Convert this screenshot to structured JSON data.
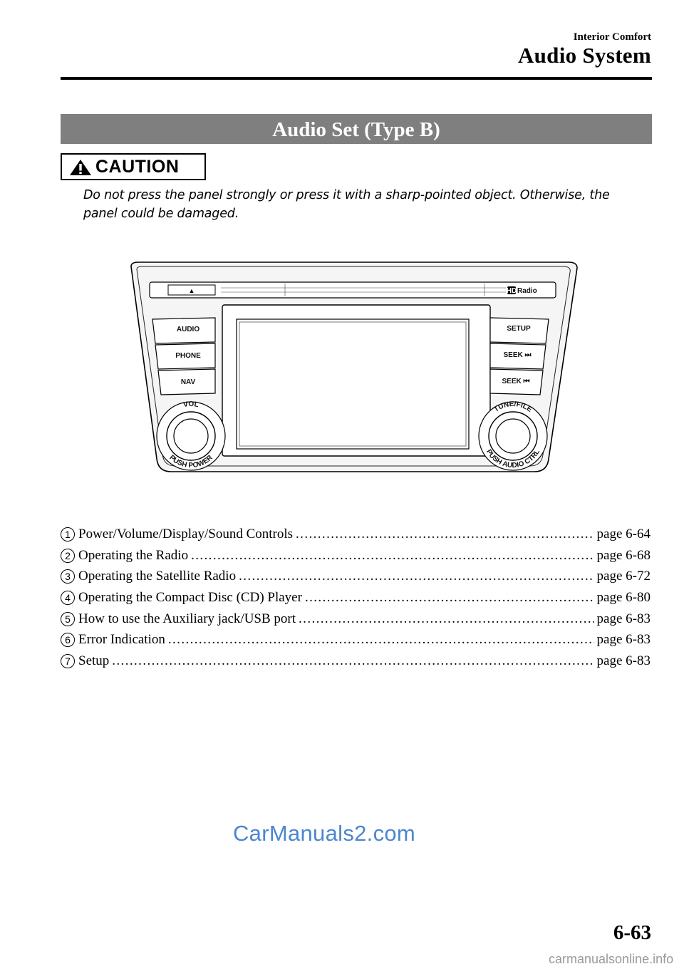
{
  "header": {
    "section": "Interior Comfort",
    "chapter": "Audio System"
  },
  "title": "Audio Set (Type B)",
  "caution": {
    "label": "CAUTION",
    "text": "Do not press the panel strongly or press it with a sharp-pointed object. Otherwise, the panel could be damaged."
  },
  "figure": {
    "eject_symbol": "▲",
    "hd_radio": "Radio",
    "left_buttons": [
      "AUDIO",
      "PHONE",
      "NAV"
    ],
    "right_buttons": [
      "SETUP",
      "SEEK ⏭",
      "SEEK ⏮"
    ],
    "left_knob_top": "VOL",
    "left_knob_bottom": "PUSH POWER",
    "right_knob_top": "TUNE/FILE",
    "right_knob_bottom": "PUSH AUDIO CTRL"
  },
  "toc": [
    {
      "num": "1",
      "title": "Power/Volume/Display/Sound Controls",
      "page": "page 6-64"
    },
    {
      "num": "2",
      "title": "Operating the Radio",
      "page": "page 6-68"
    },
    {
      "num": "3",
      "title": "Operating the Satellite Radio",
      "page": "page 6-72"
    },
    {
      "num": "4",
      "title": "Operating the Compact Disc (CD) Player",
      "page": "page 6-80"
    },
    {
      "num": "5",
      "title": "How to use the Auxiliary jack/USB port",
      "page": "page 6-83"
    },
    {
      "num": "6",
      "title": "Error Indication",
      "page": "page 6-83"
    },
    {
      "num": "7",
      "title": "Setup",
      "page": "page 6-83"
    }
  ],
  "watermark": "CarManuals2.com",
  "page_number": "6-63",
  "footer_site": "carmanualsonline.info"
}
